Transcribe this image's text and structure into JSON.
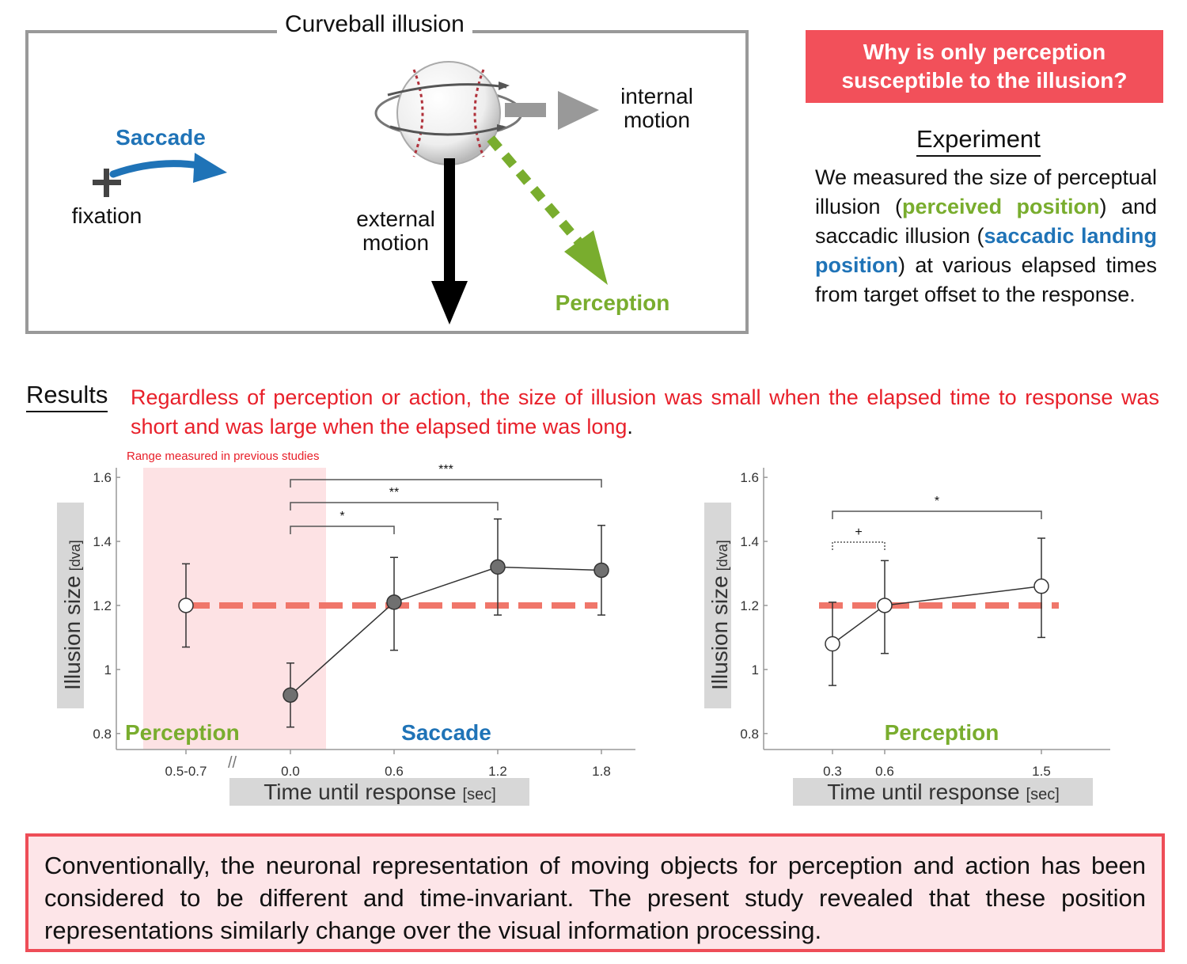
{
  "illustration": {
    "title": "Curveball illusion",
    "saccade_label": "Saccade",
    "fixation_label": "fixation",
    "external_motion_label": [
      "external",
      "motion"
    ],
    "internal_motion_label": [
      "internal",
      "motion"
    ],
    "perception_label": "Perception",
    "colors": {
      "saccade": "#1f73b7",
      "perception": "#79ad2e",
      "arrow_gray": "#999999"
    }
  },
  "question": {
    "line1": "Why is only perception",
    "line2": "susceptible to the illusion?"
  },
  "experiment": {
    "title": "Experiment",
    "text_parts": [
      "We measured the size of perceptual illusion (",
      "perceived position",
      ") and saccadic illusion (",
      "saccadic landing position",
      ") at various elapsed times from target offset to the response."
    ]
  },
  "results": {
    "label": "Results",
    "text": "Regardless of perception or action, the size of illusion was small when the elapsed time to response was short and was large when the elapsed time was long",
    "text_end": "."
  },
  "chart_data": [
    {
      "type": "scatter",
      "ylabel": "Illusion size",
      "ylabel_unit": "[dva]",
      "xlabel": "Time until response",
      "xlabel_unit": "[sec]",
      "ylim": [
        0.75,
        1.63
      ],
      "yticks": [
        0.8,
        1,
        1.2,
        1.4,
        1.6
      ],
      "ytick_labels": [
        "0.8",
        "1",
        "1.2",
        "1.4",
        "1.6"
      ],
      "xtick_labels": [
        "0.5-0.7",
        "0.0",
        "0.6",
        "1.2",
        "1.8"
      ],
      "shaded_region_label": "Range measured in previous studies",
      "reference_line": 1.2,
      "group_labels": [
        "Perception",
        "Saccade"
      ],
      "series": [
        {
          "name": "Perception",
          "x": [
            "0.5-0.7"
          ],
          "y": [
            1.2
          ],
          "err_low": [
            1.07
          ],
          "err_high": [
            1.33
          ]
        },
        {
          "name": "Saccade",
          "x": [
            0.0,
            0.6,
            1.2,
            1.8
          ],
          "y": [
            0.92,
            1.21,
            1.32,
            1.31
          ],
          "err_low": [
            0.82,
            1.06,
            1.17,
            1.17
          ],
          "err_high": [
            1.02,
            1.35,
            1.47,
            1.45
          ]
        }
      ],
      "significance": [
        {
          "from": 0.0,
          "to": 0.6,
          "label": "*"
        },
        {
          "from": 0.0,
          "to": 1.2,
          "label": "**"
        },
        {
          "from": 0.0,
          "to": 1.8,
          "label": "***"
        }
      ]
    },
    {
      "type": "line",
      "ylabel": "Illusion size",
      "ylabel_unit": "[dva]",
      "xlabel": "Time until response",
      "xlabel_unit": "[sec]",
      "ylim": [
        0.75,
        1.63
      ],
      "yticks": [
        0.8,
        1,
        1.2,
        1.4,
        1.6
      ],
      "ytick_labels": [
        "0.8",
        "1",
        "1.2",
        "1.4",
        "1.6"
      ],
      "xtick_labels": [
        "0.3",
        "0.6",
        "1.5"
      ],
      "reference_line": 1.2,
      "group_labels": [
        "Perception"
      ],
      "series": [
        {
          "name": "Perception",
          "x": [
            0.3,
            0.6,
            1.5
          ],
          "y": [
            1.08,
            1.2,
            1.26
          ],
          "err_low": [
            0.95,
            1.05,
            1.1
          ],
          "err_high": [
            1.21,
            1.34,
            1.41
          ]
        }
      ],
      "significance": [
        {
          "from": 0.3,
          "to": 0.6,
          "label": "+",
          "style": "dotted"
        },
        {
          "from": 0.3,
          "to": 1.5,
          "label": "*"
        }
      ]
    }
  ],
  "conclusion": "Conventionally, the neuronal representation of moving objects for perception and action has been considered to be different and time-invariant. The present study revealed that these position representations similarly change over the visual information processing."
}
